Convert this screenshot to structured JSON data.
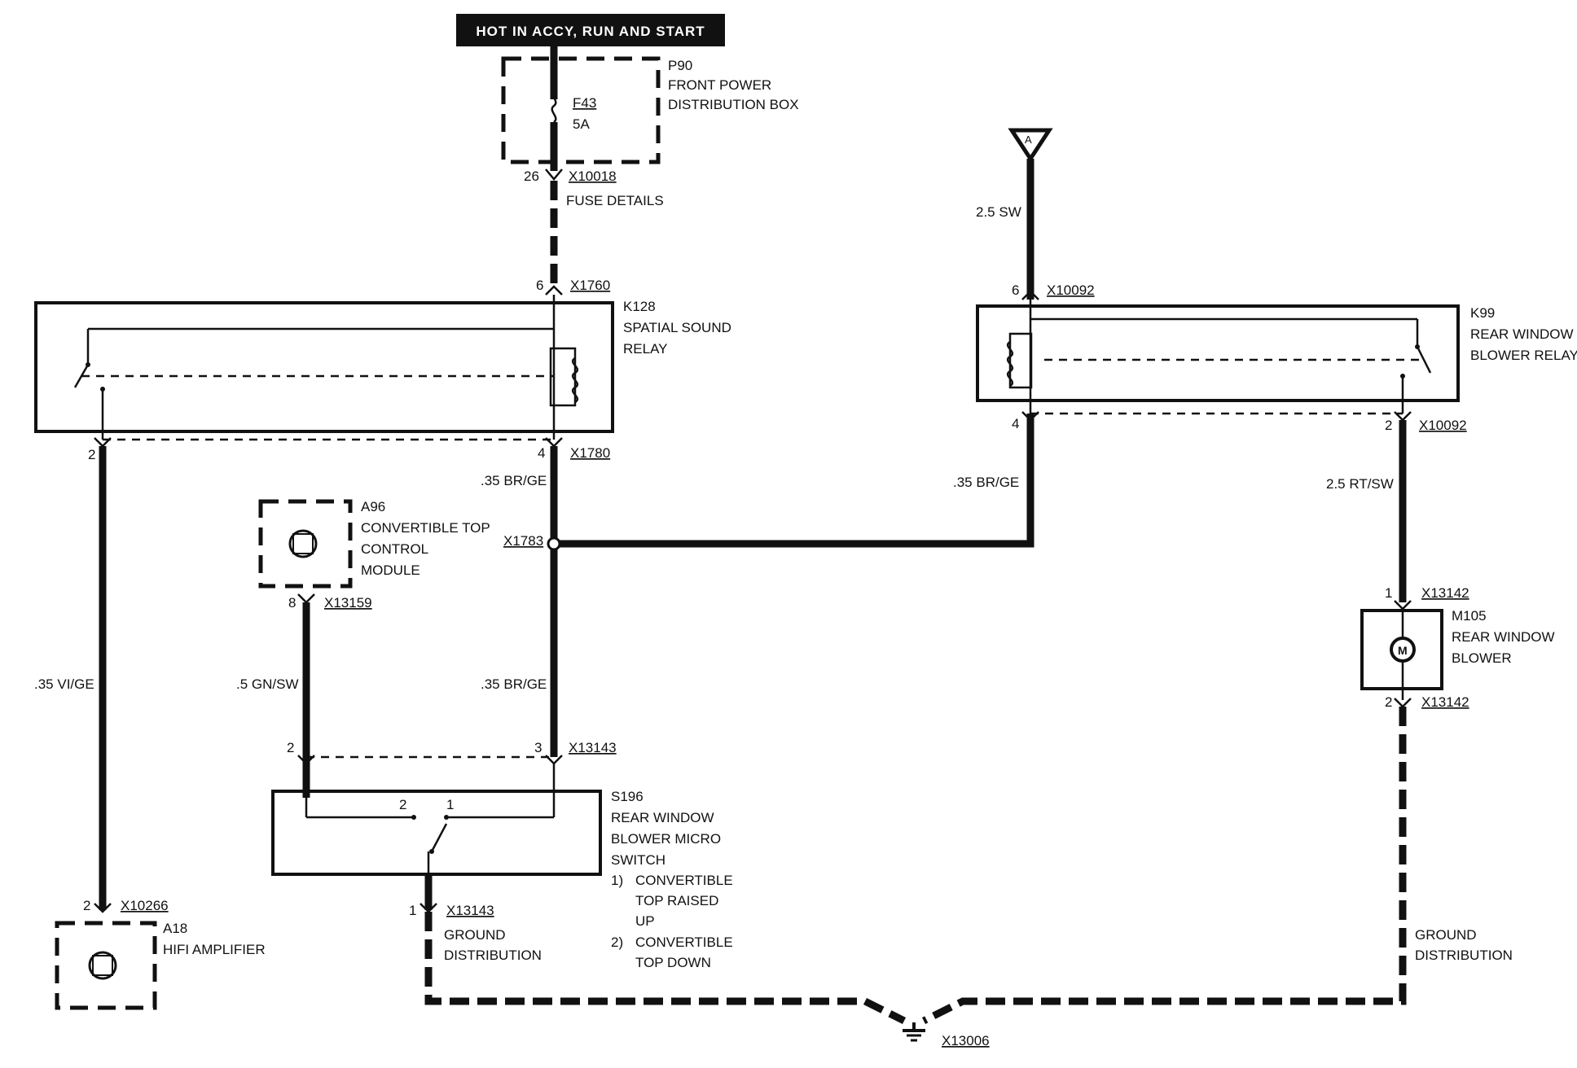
{
  "banner": {
    "text": "HOT IN ACCY, RUN AND  START"
  },
  "colors": {
    "ink": "#111111",
    "banner_bg": "#111111",
    "banner_text": "#ffffff",
    "background": "#ffffff"
  },
  "p90": {
    "id": "P90",
    "name_line1": "FRONT POWER",
    "name_line2": "DISTRIBUTION BOX",
    "fuse_id": "F43",
    "fuse_rating": "5A",
    "pin": "26",
    "connector": "X10018",
    "note": "FUSE DETAILS"
  },
  "antenna": {
    "label": "A",
    "wire": "2.5 SW"
  },
  "k128": {
    "id": "K128",
    "name_line1": "SPATIAL SOUND",
    "name_line2": "RELAY",
    "pin_top": "6",
    "conn_top": "X1760",
    "pin_bot_right": "4",
    "conn_bot": "X1780",
    "pin_bot_left": "2"
  },
  "k99": {
    "id": "K99",
    "name_line1": "REAR WINDOW",
    "name_line2": "BLOWER RELAY",
    "pin_top": "6",
    "conn_top": "X10092",
    "pin_bot_left": "4",
    "pin_bot_right": "2",
    "conn_bot": "X10092"
  },
  "wires": {
    "k128_to_splice": ".35 BR/GE",
    "k99_to_splice": ".35 BR/GE",
    "k99_to_blower": "2.5 RT/SW",
    "amp_wire": ".35 VI/GE",
    "a96_wire": ".5 GN/SW",
    "splice_to_switch": ".35 BR/GE"
  },
  "splice": {
    "id": "X1783"
  },
  "a96": {
    "id": "A96",
    "name_line1": "CONVERTIBLE TOP",
    "name_line2": "CONTROL",
    "name_line3": "MODULE",
    "pin": "8",
    "connector": "X13159"
  },
  "m105": {
    "id": "M105",
    "name_line1": "REAR WINDOW",
    "name_line2": "BLOWER",
    "pin_top": "1",
    "conn_top": "X13142",
    "pin_bot": "2",
    "conn_bot": "X13142"
  },
  "s196": {
    "id": "S196",
    "name_line1": "REAR WINDOW",
    "name_line2": "BLOWER MICRO",
    "name_line3": "SWITCH",
    "pin_left": "2",
    "pin_right": "3",
    "connector_top": "X13143",
    "contact_2": "2",
    "contact_1": "1",
    "note1_num": "1)",
    "note1_line1": "CONVERTIBLE",
    "note1_line2": "TOP RAISED",
    "note1_line3": "UP",
    "note2_num": "2)",
    "note2_line1": "CONVERTIBLE",
    "note2_line2": "TOP DOWN",
    "pin_bottom": "1",
    "connector_bottom": "X13143",
    "ground_line1": "GROUND",
    "ground_line2": "DISTRIBUTION"
  },
  "a18": {
    "id": "A18",
    "name_line1": "HIFI AMPLIFIER",
    "pin": "2",
    "connector": "X10266"
  },
  "ground_right": {
    "line1": "GROUND",
    "line2": "DISTRIBUTION"
  },
  "ground_point": {
    "id": "X13006"
  }
}
